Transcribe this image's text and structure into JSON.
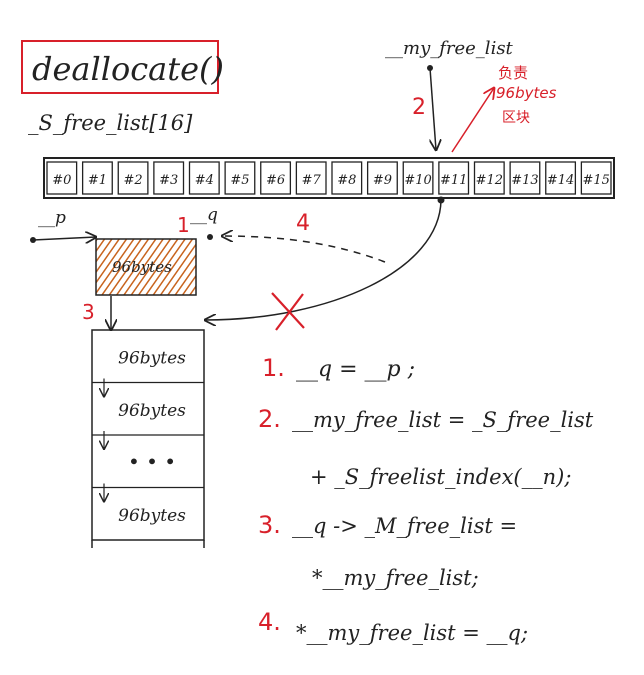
{
  "title": "deallocate()",
  "array_label": "_S_free_list[16]",
  "pointer_label": "__my_free_list",
  "note": {
    "text_lines": [
      "负责",
      "96bytes",
      "区块"
    ],
    "color": "#d8202a"
  },
  "slots": [
    "#0",
    "#1",
    "#2",
    "#3",
    "#4",
    "#5",
    "#6",
    "#7",
    "#8",
    "#9",
    "#10",
    "#11",
    "#12",
    "#13",
    "#14",
    "#15"
  ],
  "p_label": "__p",
  "q_label": "__q",
  "node_label": "96bytes",
  "blocks": [
    "96bytes",
    "96bytes",
    "• • •",
    "96bytes"
  ],
  "markers": {
    "one": "1",
    "two": "2",
    "three": "3",
    "four": "4"
  },
  "steps": [
    {
      "num": "1.",
      "lines": [
        "__q = __p ;"
      ]
    },
    {
      "num": "2.",
      "lines": [
        "__my_free_list = _S_free_list",
        "+ _S_freelist_index(__n);"
      ]
    },
    {
      "num": "3.",
      "lines": [
        "__q -> _M_free_list =",
        "*__my_free_list;"
      ]
    },
    {
      "num": "4.",
      "lines": [
        "*__my_free_list = __q;"
      ]
    }
  ],
  "colors": {
    "ink": "#222222",
    "accent": "#d8202a",
    "hatch": "#c8641e"
  }
}
